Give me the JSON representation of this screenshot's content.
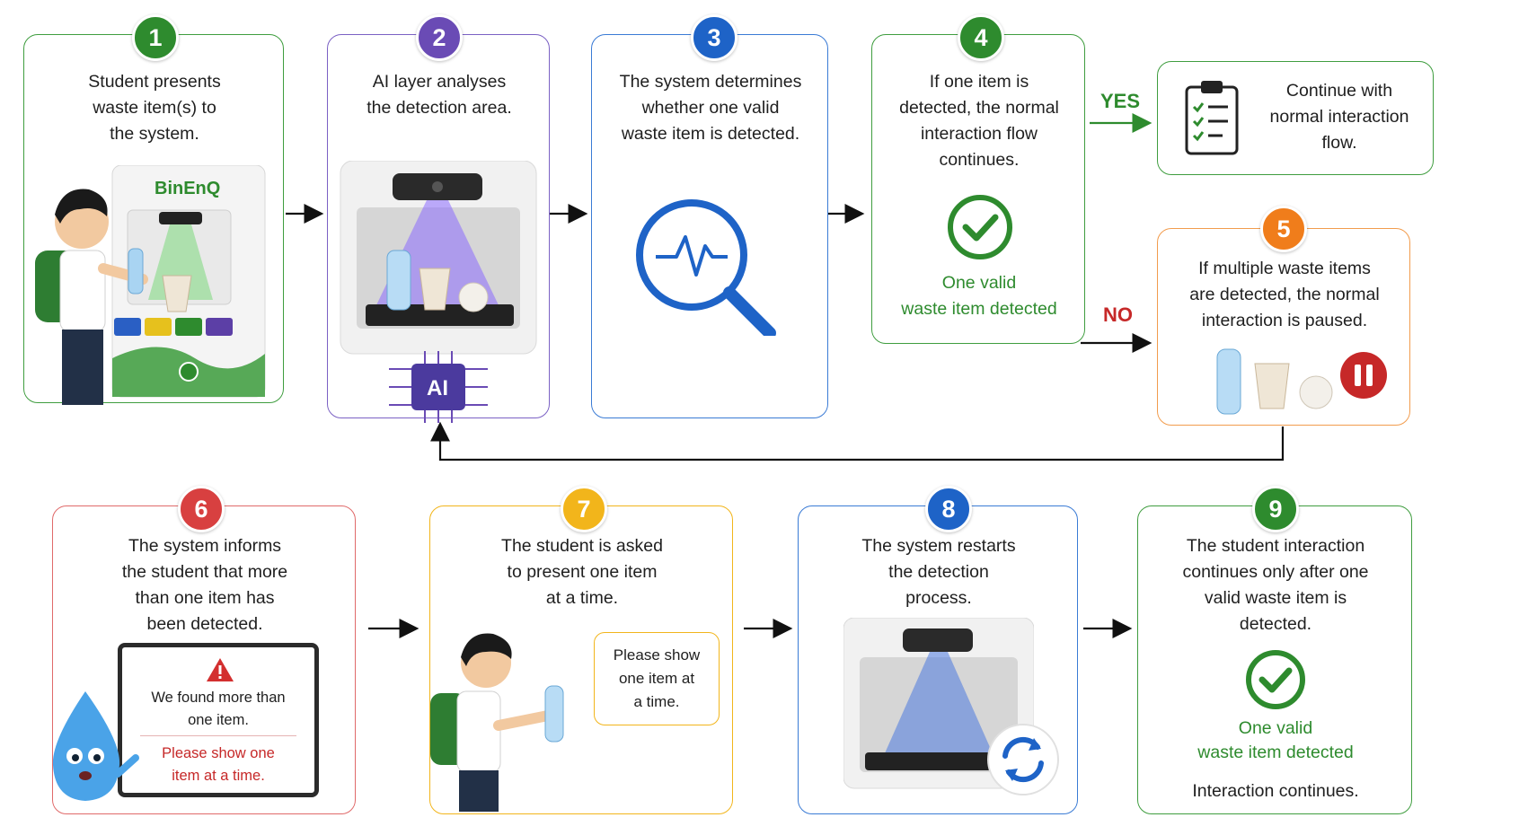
{
  "steps": [
    {
      "num": "1",
      "color": "#2e8b2e",
      "text": "Student presents\nwaste item(s) to\nthe system."
    },
    {
      "num": "2",
      "color": "#6a4bb5",
      "text": "AI layer analyses\nthe detection area."
    },
    {
      "num": "3",
      "color": "#1e63c7",
      "text": "The system determines\nwhether one valid\nwaste item is detected."
    },
    {
      "num": "4",
      "color": "#2e8b2e",
      "text": "If one item is\ndetected, the normal\ninteraction flow\ncontinues.",
      "result": "One valid\nwaste item detected"
    },
    {
      "num": "5",
      "color": "#f07d1b",
      "text": "If multiple waste items\nare detected, the normal\ninteraction is paused."
    },
    {
      "num": "6",
      "color": "#d84040",
      "text": "The system informs\nthe student that more\nthan one item has\nbeen detected."
    },
    {
      "num": "7",
      "color": "#f2b51b",
      "text": "The student is asked\nto present one item\nat a time."
    },
    {
      "num": "8",
      "color": "#1e63c7",
      "text": "The system restarts\nthe detection\nprocess."
    },
    {
      "num": "9",
      "color": "#2e8b2e",
      "text": "The student interaction\ncontinues only after one\nvalid waste item is\ndetected.",
      "result": "One valid\nwaste item detected",
      "footer": "Interaction continues."
    }
  ],
  "continue_box": {
    "text": "Continue with\nnormal interaction\nflow."
  },
  "branch": {
    "yes": "YES",
    "no": "NO"
  },
  "brand": "BinEnQ",
  "ai_chip": "AI",
  "screen": {
    "message": "We found more than\none item.",
    "instruction": "Please show one\nitem at a time."
  },
  "speech_bubble": "Please show\none item at\na time.",
  "icons": [
    "check-circle-icon",
    "search-pulse-icon",
    "clipboard-checklist-icon",
    "pause-icon",
    "refresh-icon",
    "warning-icon",
    "ai-chip-icon"
  ],
  "colors": {
    "green": "#2e8b2e",
    "purple": "#6a4bb5",
    "blue": "#1e63c7",
    "orange": "#f07d1b",
    "red": "#d84040",
    "yellow": "#f2b51b",
    "stop_red": "#c62828"
  }
}
